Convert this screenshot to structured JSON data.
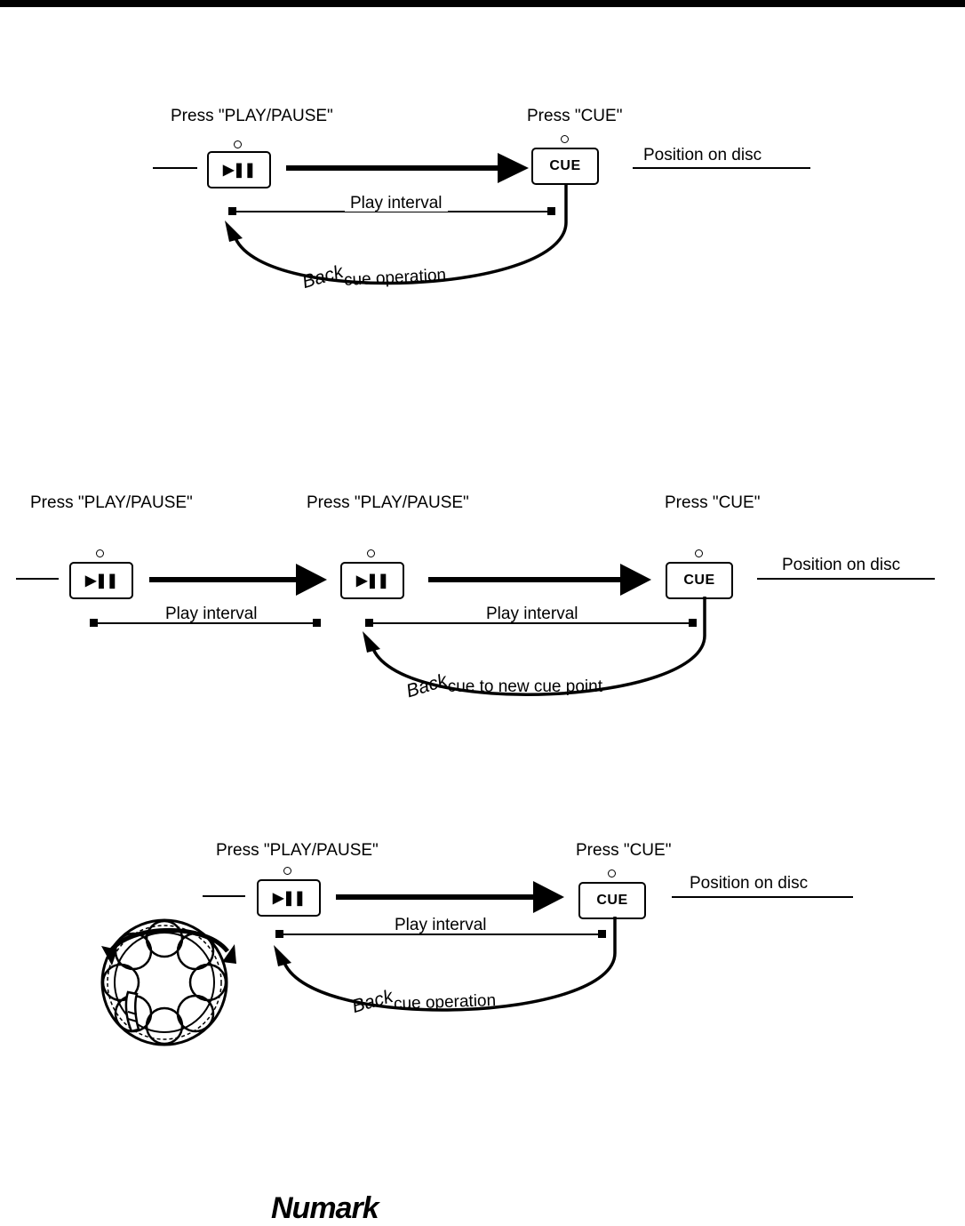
{
  "page": {
    "brand": "Numark"
  },
  "diagrams": [
    {
      "id": "diagram-1",
      "labels": {
        "play_pause": "Press \"PLAY/PAUSE\"",
        "cue": "Press \"CUE\"",
        "position_on_disc": "Position on disc",
        "play_interval": "Play interval",
        "back_cue": "Back cue operation"
      },
      "buttons": {
        "play_pause_glyph": "▶❚❚",
        "cue_label": "CUE"
      }
    },
    {
      "id": "diagram-2",
      "labels": {
        "play_pause_1": "Press \"PLAY/PAUSE\"",
        "play_pause_2": "Press \"PLAY/PAUSE\"",
        "cue": "Press \"CUE\"",
        "position_on_disc": "Position on disc",
        "play_interval_1": "Play interval",
        "play_interval_2": "Play interval",
        "back_cue": "Back cue to new cue point"
      },
      "buttons": {
        "play_pause_glyph": "▶❚❚",
        "cue_label": "CUE"
      }
    },
    {
      "id": "diagram-3",
      "labels": {
        "play_pause": "Press \"PLAY/PAUSE\"",
        "cue": "Press \"CUE\"",
        "position_on_disc": "Position on disc",
        "play_interval": "Play interval",
        "back_cue": "Back cue operation"
      },
      "buttons": {
        "play_pause_glyph": "▶❚❚",
        "cue_label": "CUE"
      },
      "platter": {
        "name": "turntable-platter-with-hand"
      }
    }
  ]
}
